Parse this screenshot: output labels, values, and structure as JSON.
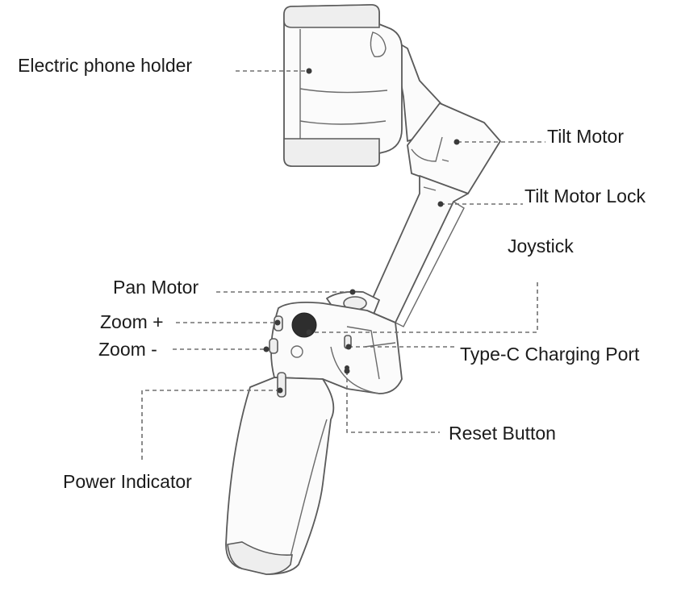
{
  "labels": {
    "electric_phone_holder": "Electric phone holder",
    "tilt_motor": "Tilt Motor",
    "tilt_motor_lock": "Tilt Motor Lock",
    "joystick": "Joystick",
    "pan_motor": "Pan Motor",
    "zoom_plus": "Zoom +",
    "zoom_minus": "Zoom -",
    "type_c_charging_port": "Type-C Charging Port",
    "reset_button": "Reset Button",
    "power_indicator": "Power Indicator"
  },
  "colors": {
    "outline": "#5a5a5a",
    "leader_line": "#707070",
    "text": "#1b1b1b",
    "background": "#ffffff"
  }
}
